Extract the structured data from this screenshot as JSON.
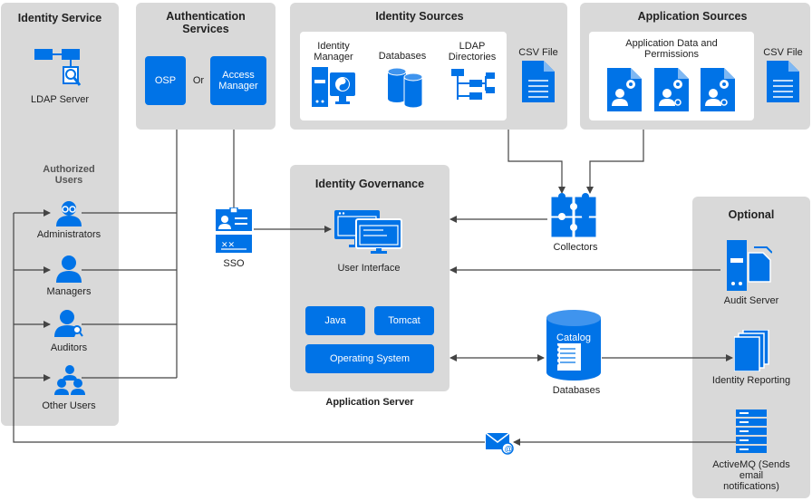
{
  "identity_service": {
    "title": "Identity Service",
    "ldap_server": "LDAP Server",
    "authorized_users": "Authorized Users",
    "administrators": "Administrators",
    "managers": "Managers",
    "auditors": "Auditors",
    "other_users": "Other Users"
  },
  "authentication_services": {
    "title": "Authentication Services",
    "osp": "OSP",
    "or": "Or",
    "access_manager": "Access Manager"
  },
  "identity_sources": {
    "title": "Identity Sources",
    "identity_manager": "Identity Manager",
    "databases": "Databases",
    "ldap_directories": "LDAP Directories",
    "csv_file": "CSV File"
  },
  "application_sources": {
    "title": "Application Sources",
    "app_data": "Application Data and Permissions",
    "csv_file": "CSV File"
  },
  "sso": "SSO",
  "collectors": "Collectors",
  "identity_governance": {
    "title": "Identity Governance",
    "user_interface": "User Interface",
    "java": "Java",
    "tomcat": "Tomcat",
    "operating_system": "Operating System",
    "application_server": "Application Server"
  },
  "catalog": "Catalog",
  "databases": "Databases",
  "optional": {
    "title": "Optional",
    "audit_server": "Audit Server",
    "identity_reporting": "Identity Reporting",
    "activemq": "ActiveMQ (Sends email notifications)"
  },
  "colors": {
    "accent": "#0073e7",
    "panel": "#d9d9d9",
    "line": "#444444"
  }
}
